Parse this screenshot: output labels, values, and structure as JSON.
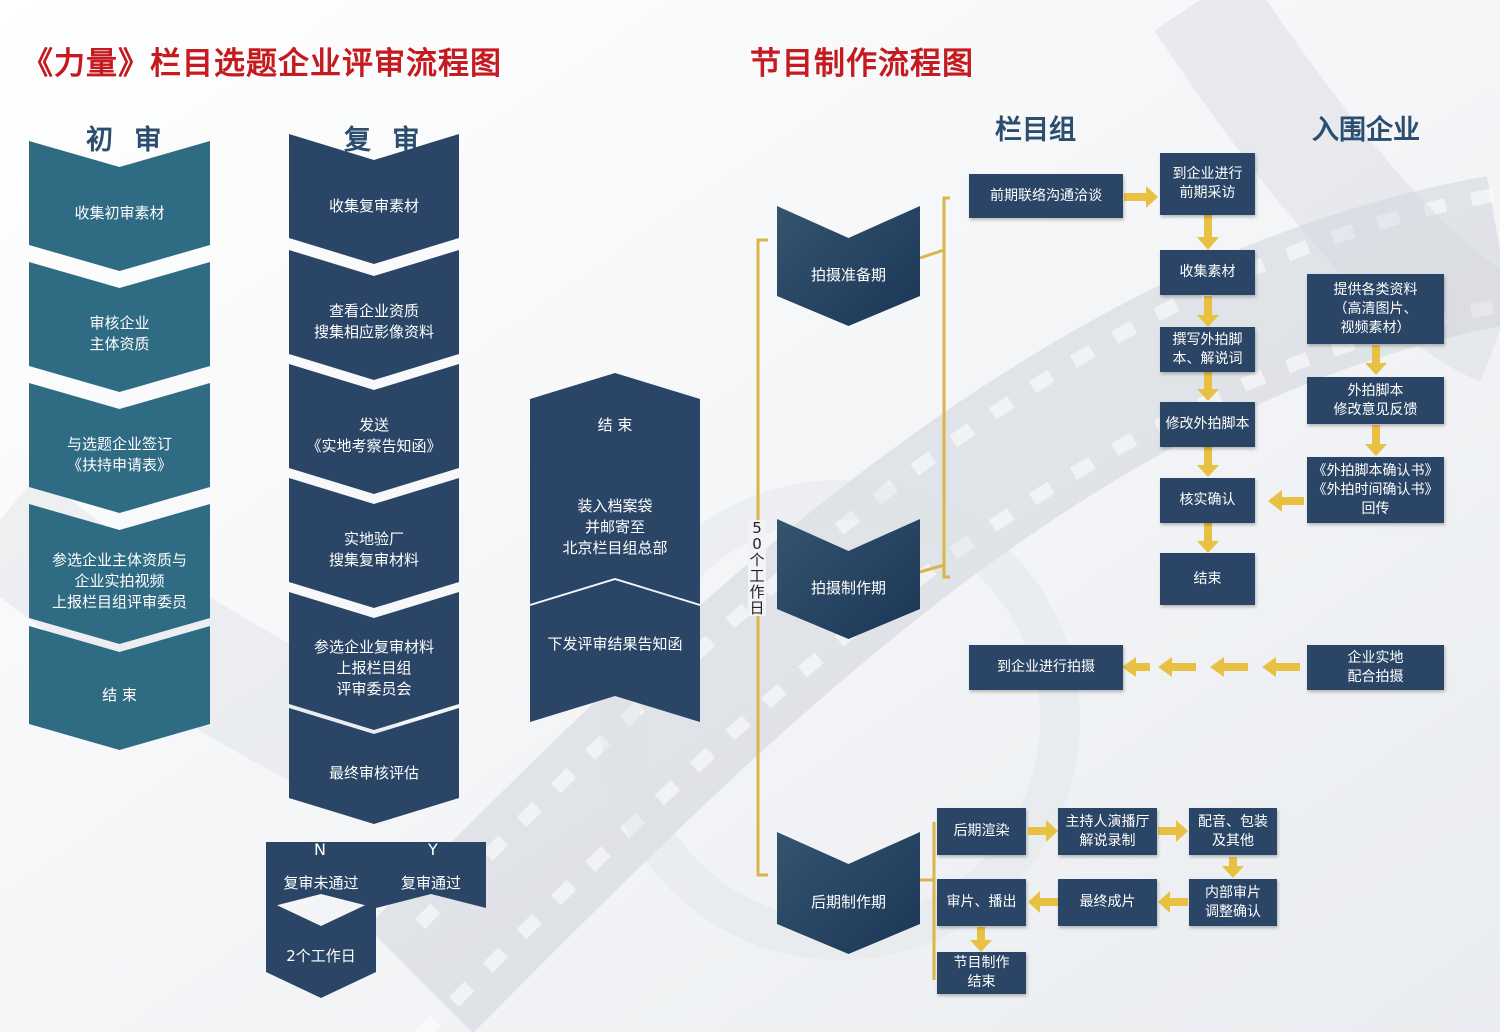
{
  "titles": {
    "left": "《力量》栏目选题企业评审流程图",
    "right": "节目制作流程图"
  },
  "review": {
    "initial_header": "初 审",
    "initial_steps": [
      "收集初审素材",
      "审核企业\n主体资质",
      "与选题企业签订\n《扶持申请表》",
      "参选企业主体资质与\n企业实拍视频\n上报栏目组评审委员",
      "结 束"
    ],
    "second_header": "复 审",
    "second_steps": [
      "收集复审素材",
      "查看企业资质\n搜集相应影像资料",
      "发送\n《实地考察告知函》",
      "实地验厂\n搜集复审材料",
      "参选企业复审材料\n上报栏目组\n评审委员会",
      "最终审核评估"
    ],
    "branch": {
      "n_label": "N",
      "y_label": "Y",
      "fail": "复审未通过",
      "pass": "复审通过",
      "wait": "2个工作日"
    },
    "final_steps": [
      "结 束",
      "装入档案袋\n并邮寄至\n北京栏目组总部",
      "下发评审结果告知函"
    ]
  },
  "production": {
    "col_team": "栏目组",
    "col_company": "入围企业",
    "duration": "50个工作日",
    "stages": {
      "prep": "拍摄准备期",
      "shoot": "拍摄制作期",
      "post": "后期制作期"
    },
    "boxes": {
      "contact": "前期联络沟通洽谈",
      "visit": "到企业进行\n前期采访",
      "collect": "收集素材",
      "script": "撰写外拍脚\n本、解说词",
      "revise": "修改外拍脚本",
      "verify": "核实确认",
      "end": "结束",
      "provide": "提供各类资料\n（高清图片、\n视频素材）",
      "feedback": "外拍脚本\n修改意见反馈",
      "confirm": "《外拍脚本确认书》\n《外拍时间确认书》\n回传",
      "shoot_at": "到企业进行拍摄",
      "cooperate": "企业实地\n配合拍摄",
      "render": "后期渲染",
      "host": "主持人演播厅\n解说录制",
      "dub": "配音、包装\n及其他",
      "internal": "内部审片\n调整确认",
      "final_cut": "最终成片",
      "air": "审片、播出",
      "done": "节目制作\n结束"
    }
  },
  "colors": {
    "title_red": "#c51a1f",
    "teal": "#2f6b83",
    "navy": "#2a4566",
    "arrow_gold": "#e8c143",
    "bracket_gold": "#d9b54a"
  }
}
